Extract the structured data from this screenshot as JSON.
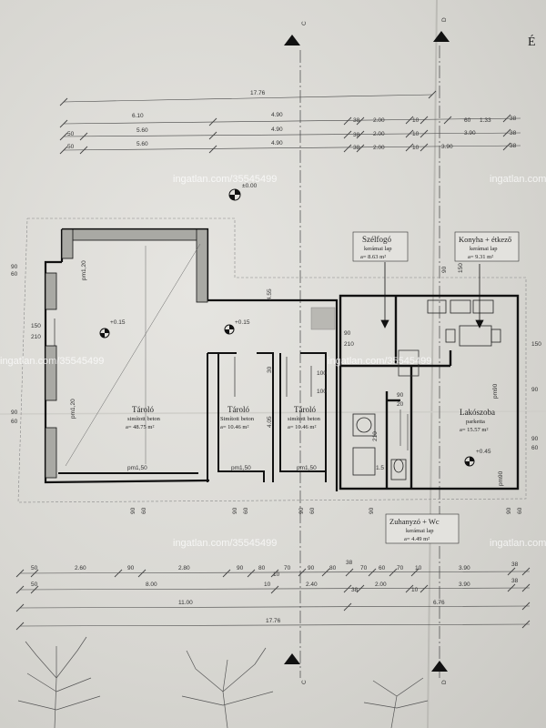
{
  "watermark": "ingatlan.com/35545499",
  "top_dims": {
    "row1": [
      "17.76"
    ],
    "row2": [
      "6.10",
      "4.90",
      "38",
      "2.00",
      "10",
      "60",
      "1.33",
      "38"
    ],
    "row3": [
      "50",
      "5.60",
      "4.90",
      "38",
      "2.00",
      "10",
      "3.90",
      "38"
    ],
    "row4": [
      "50",
      "5.60",
      "4.90",
      "38",
      "2.00",
      "10",
      "3.90",
      "38"
    ]
  },
  "bottom_dims": {
    "row1": [
      "50",
      "2.60",
      "90",
      "2.80",
      "90",
      "80",
      "10",
      "70",
      "90",
      "80",
      "38",
      "70",
      "60",
      "70",
      "10",
      "3.90",
      "38"
    ],
    "row2": [
      "50",
      "8.00",
      "10",
      "2.40",
      "38",
      "2.00",
      "10",
      "3.90",
      "38"
    ],
    "row3": [
      "11.00",
      "6.76"
    ],
    "row4": [
      "17.76"
    ]
  },
  "section_marks": [
    "C",
    "D",
    "C",
    "D"
  ],
  "corner_text": "É",
  "level": "±0.00",
  "levels": [
    "+0.15",
    "+0.15",
    "+0.45"
  ],
  "rooms": [
    {
      "name": "Tároló",
      "floor": "simított beton",
      "area": "a= 48.75 m²"
    },
    {
      "name": "Tároló",
      "floor": "Simított beton",
      "area": "a= 10.46 m²"
    },
    {
      "name": "Tároló",
      "floor": "simított beton",
      "area": "a= 10.46 m²"
    },
    {
      "name": "Szélfogó",
      "floor": "kerámai lap",
      "area": "a= 8.63 m²"
    },
    {
      "name": "Konyha + étkező",
      "floor": "kerámai lap",
      "area": "a= 9.31 m²"
    },
    {
      "name": "Lakószoba",
      "floor": "parketta",
      "area": "a= 15.57 m²"
    },
    {
      "name": "Zuhanyzó + Wc",
      "floor": "kerámai lap",
      "area": "a= 4.49 m²"
    }
  ],
  "openings": {
    "pm120a": "pm1,20",
    "pm120b": "pm1,20",
    "pm150a": "pm1,50",
    "pm150b": "pm1,50",
    "pm150c": "pm1,50",
    "pm90a": "pm90",
    "pm90b": "pm90",
    "n150": "150",
    "n210": "210",
    "n90": "90",
    "n60": "60",
    "n100": "100",
    "n455": "4.55",
    "n405": "4.05",
    "n20": "20",
    "n30": "30",
    "n15": "1.5"
  }
}
